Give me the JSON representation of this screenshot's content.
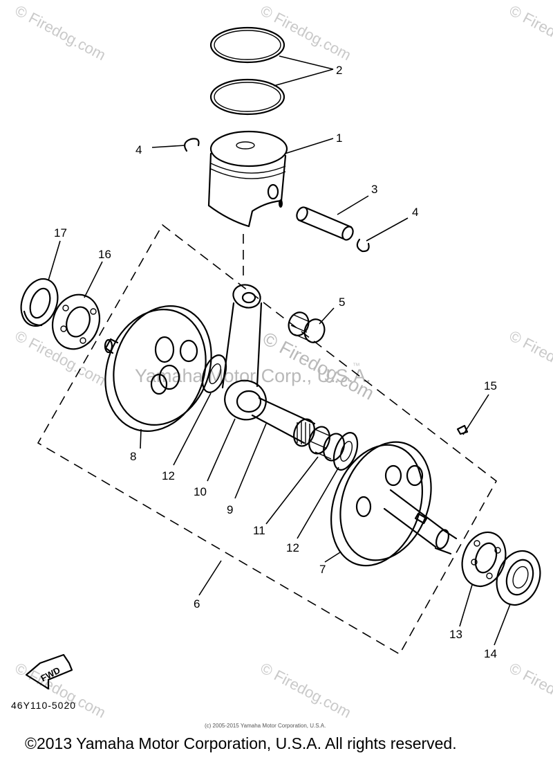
{
  "watermark": {
    "text": "© Firedog.com",
    "center_text": "Yamaha Motor Corp., U.S.A.",
    "center_tm": "™",
    "center_site": "© Firedog.com"
  },
  "callouts": [
    "1",
    "2",
    "3",
    "4",
    "4",
    "5",
    "6",
    "7",
    "8",
    "9",
    "10",
    "11",
    "12",
    "12",
    "13",
    "14",
    "15",
    "16",
    "17"
  ],
  "fwd_label": "FWD",
  "diagram_code": "46Y110-5020",
  "small_copyright": "(c) 2005-2015 Yamaha Motor Corporation, U.S.A.",
  "copyright": "©2013 Yamaha Motor Corporation, U.S.A. All rights reserved."
}
